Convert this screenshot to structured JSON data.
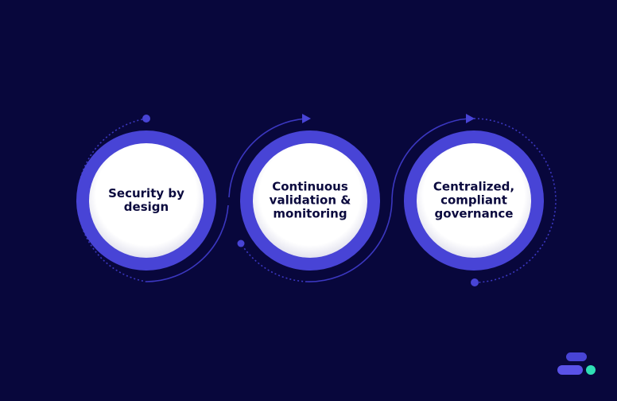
{
  "steps": [
    {
      "label": "Security by design"
    },
    {
      "label": "Continuous validation & monitoring"
    },
    {
      "label": "Centralized, compliant governance"
    }
  ],
  "colors": {
    "background": "#08073c",
    "ring": "#4844d6",
    "circle_fill": "#ffffff",
    "connector": "#3b37c0",
    "label_text": "#0b0a3e",
    "logo_accent": "#2fe0b5"
  },
  "icons": {
    "logo": "brand-logo-icon"
  }
}
